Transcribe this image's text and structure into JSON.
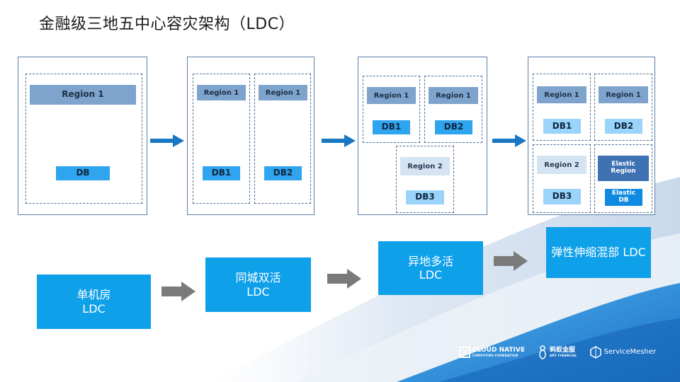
{
  "title": "金融级三地五中心容灾架构（LDC）",
  "diagrams": {
    "d1": {
      "region": "Region 1",
      "db": "DB"
    },
    "d2": {
      "region_a": "Region 1",
      "region_b": "Region 1",
      "db_a": "DB1",
      "db_b": "DB2"
    },
    "d3": {
      "region_a": "Region 1",
      "region_b": "Region 1",
      "region_c": "Region 2",
      "db_a": "DB1",
      "db_b": "DB2",
      "db_c": "DB3"
    },
    "d4": {
      "region_a": "Region 1",
      "region_b": "Region 1",
      "region_c": "Region 2",
      "region_d": "Elastic\nRegion",
      "db_a": "DB1",
      "db_b": "DB2",
      "db_c": "DB3",
      "db_d": "Elastic\nDB"
    }
  },
  "stages": [
    {
      "line1": "单机房",
      "line2": "LDC"
    },
    {
      "line1": "同城双活",
      "line2": "LDC"
    },
    {
      "line1": "异地多活",
      "line2": "LDC"
    },
    {
      "line1": "弹性伸缩混部 LDC",
      "line2": ""
    }
  ],
  "logos": {
    "cncf_main": "CLOUD NATIVE",
    "cncf_sub": "COMPUTING FOUNDATION",
    "ant_main": "蚂蚁金服",
    "ant_sub": "ANT FINANCIAL",
    "servicemesher": "ServiceMesher"
  },
  "colors": {
    "panel_border": "#5a7fa8",
    "region": "#7ea3cc",
    "db": "#2fa4ef",
    "stage": "#0fa0ea",
    "arrow_blue": "#1a78c2",
    "arrow_gray": "#7a7a7a"
  }
}
